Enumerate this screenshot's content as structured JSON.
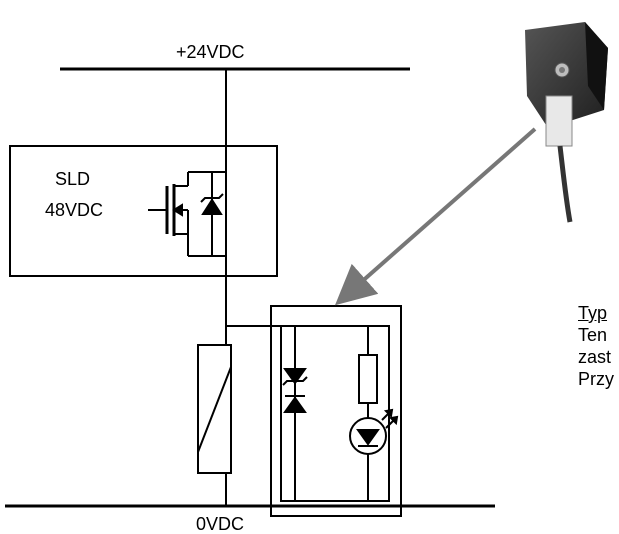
{
  "diagram": {
    "supply_label": "+24VDC",
    "ground_label": "0VDC",
    "sld_label": "SLD",
    "sld_voltage": "48VDC",
    "side_text": [
      "Typ",
      "Ten",
      "zast",
      "Przy"
    ]
  },
  "colors": {
    "line": "#000000",
    "arrow": "#777777",
    "connector_body": "#2b2b2b",
    "background": "#ffffff"
  },
  "icons": [
    "mosfet-icon",
    "zener-diode-icon",
    "coil-icon",
    "diode-icon",
    "resistor-icon",
    "led-icon",
    "connector-photo"
  ]
}
